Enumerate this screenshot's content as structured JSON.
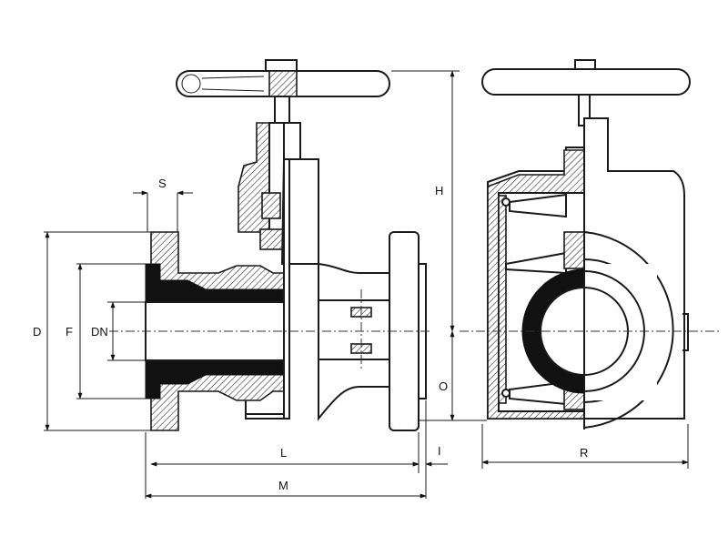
{
  "dimensions": {
    "S": "S",
    "H": "H",
    "D": "D",
    "F": "F",
    "DN": "DN",
    "O": "O",
    "L": "L",
    "I": "I",
    "M": "M",
    "R": "R"
  }
}
